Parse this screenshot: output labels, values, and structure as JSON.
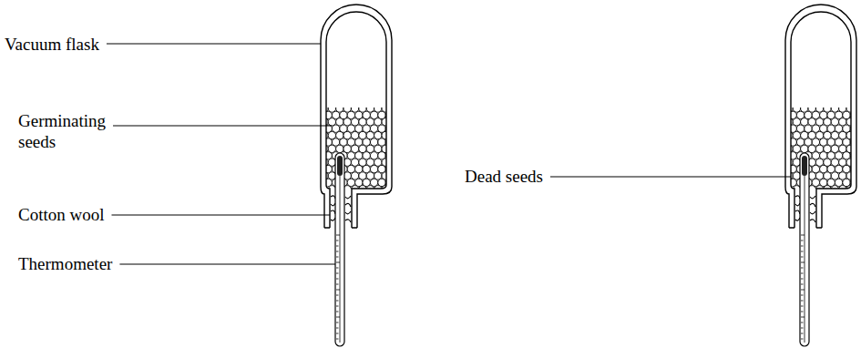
{
  "diagram": {
    "labels": [
      "Vacuum flask",
      "Germinating seeds",
      "Cotton wool",
      "Thermometer",
      "Dead seeds"
    ]
  }
}
